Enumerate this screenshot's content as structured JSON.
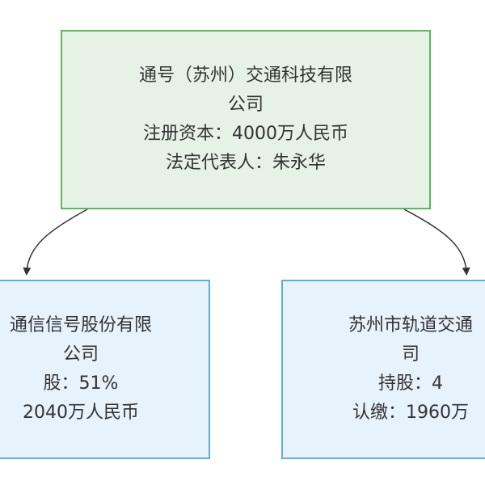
{
  "root": {
    "name_line1": "通号（苏州）交通科技有限",
    "name_line2": "公司",
    "capital": "注册资本：4000万人民币",
    "rep": "法定代表人：朱永华"
  },
  "children": [
    {
      "name_line1": "通信信号股份有限",
      "name_line2": "公司",
      "share": "股：51%",
      "subscribed": "2040万人民币"
    },
    {
      "name_line1": "苏州市轨道交通",
      "name_line2": "司",
      "share": "持股：4",
      "subscribed": "认缴：1960万"
    }
  ],
  "colors": {
    "root_fill": "#e6f2e6",
    "root_border": "#5cb85c",
    "child_fill": "#e6f2fc",
    "child_border": "#5aaee0",
    "edge": "#333333"
  }
}
